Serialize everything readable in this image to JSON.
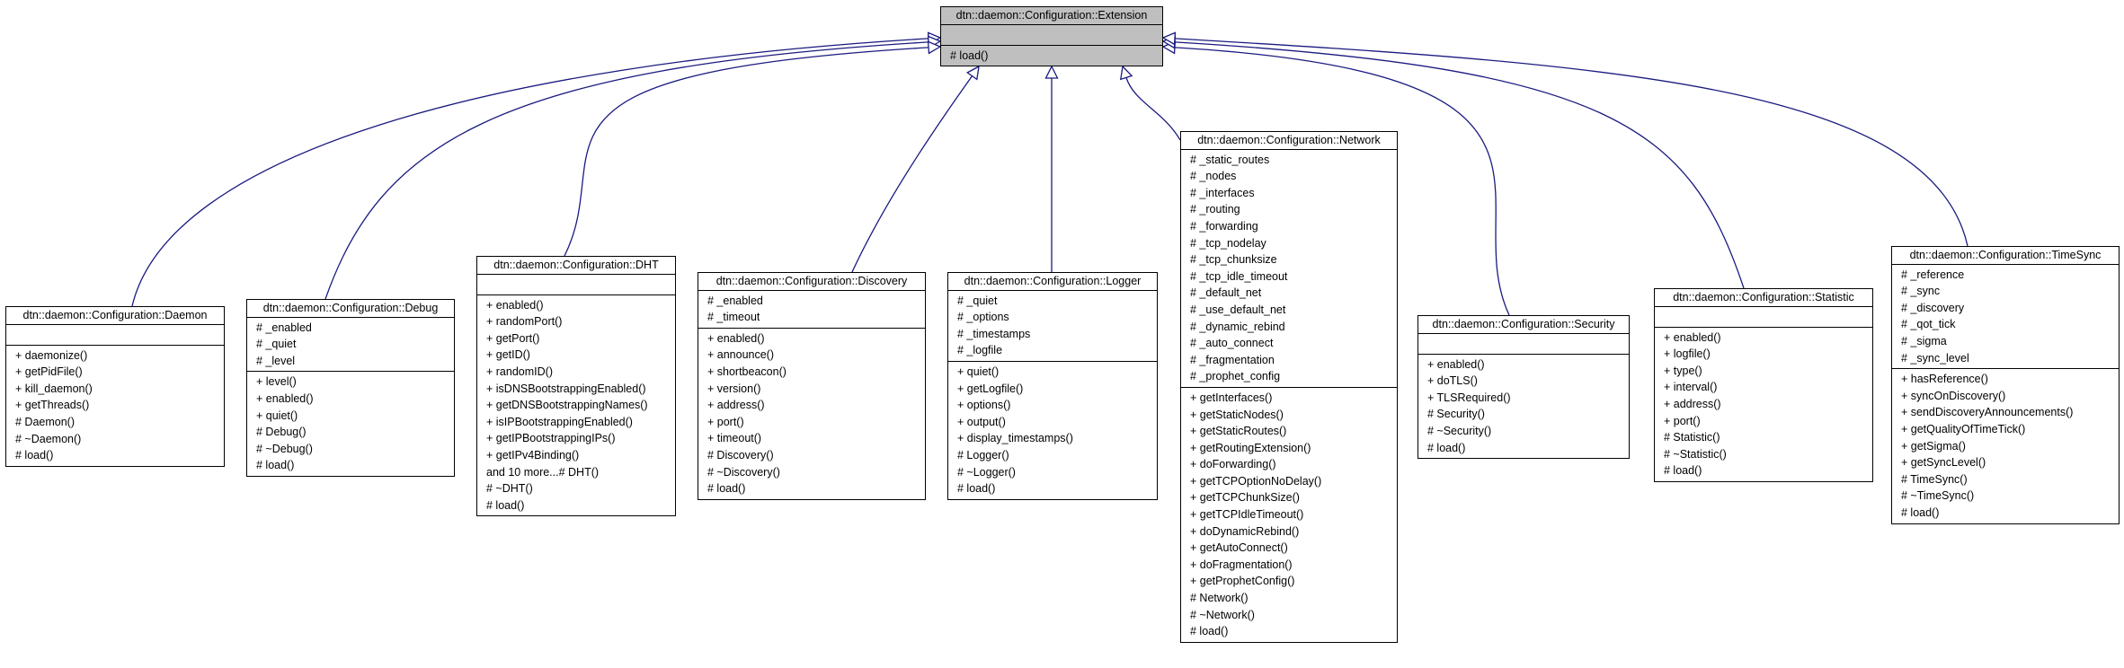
{
  "diagram": {
    "base": {
      "title": "dtn::daemon::Configuration::Extension",
      "attributes": [],
      "methods": [
        "# load()"
      ]
    },
    "classes": [
      {
        "id": "daemon",
        "title": "dtn::daemon::Configuration::Daemon",
        "attributes": [],
        "methods": [
          "+ daemonize()",
          "+ getPidFile()",
          "+ kill_daemon()",
          "+ getThreads()",
          "# Daemon()",
          "# ~Daemon()",
          "# load()"
        ]
      },
      {
        "id": "debug",
        "title": "dtn::daemon::Configuration::Debug",
        "attributes": [
          "# _enabled",
          "# _quiet",
          "# _level"
        ],
        "methods": [
          "+ level()",
          "+ enabled()",
          "+ quiet()",
          "# Debug()",
          "# ~Debug()",
          "# load()"
        ]
      },
      {
        "id": "dht",
        "title": "dtn::daemon::Configuration::DHT",
        "attributes": [],
        "methods": [
          "+ enabled()",
          "+ randomPort()",
          "+ getPort()",
          "+ getID()",
          "+ randomID()",
          "+ isDNSBootstrappingEnabled()",
          "+ getDNSBootstrappingNames()",
          "+ isIPBootstrappingEnabled()",
          "+ getIPBootstrappingIPs()",
          "+ getIPv4Binding()",
          "and 10 more...# DHT()",
          "# ~DHT()",
          "# load()"
        ]
      },
      {
        "id": "discovery",
        "title": "dtn::daemon::Configuration::Discovery",
        "attributes": [
          "# _enabled",
          "# _timeout"
        ],
        "methods": [
          "+ enabled()",
          "+ announce()",
          "+ shortbeacon()",
          "+ version()",
          "+ address()",
          "+ port()",
          "+ timeout()",
          "# Discovery()",
          "# ~Discovery()",
          "# load()"
        ]
      },
      {
        "id": "logger",
        "title": "dtn::daemon::Configuration::Logger",
        "attributes": [
          "# _quiet",
          "# _options",
          "# _timestamps",
          "# _logfile"
        ],
        "methods": [
          "+ quiet()",
          "+ getLogfile()",
          "+ options()",
          "+ output()",
          "+ display_timestamps()",
          "# Logger()",
          "# ~Logger()",
          "# load()"
        ]
      },
      {
        "id": "network",
        "title": "dtn::daemon::Configuration::Network",
        "attributes": [
          "# _static_routes",
          "# _nodes",
          "# _interfaces",
          "# _routing",
          "# _forwarding",
          "# _tcp_nodelay",
          "# _tcp_chunksize",
          "# _tcp_idle_timeout",
          "# _default_net",
          "# _use_default_net",
          "# _dynamic_rebind",
          "# _auto_connect",
          "# _fragmentation",
          "# _prophet_config"
        ],
        "methods": [
          "+ getInterfaces()",
          "+ getStaticNodes()",
          "+ getStaticRoutes()",
          "+ getRoutingExtension()",
          "+ doForwarding()",
          "+ getTCPOptionNoDelay()",
          "+ getTCPChunkSize()",
          "+ getTCPIdleTimeout()",
          "+ doDynamicRebind()",
          "+ getAutoConnect()",
          "+ doFragmentation()",
          "+ getProphetConfig()",
          "# Network()",
          "# ~Network()",
          "# load()"
        ]
      },
      {
        "id": "security",
        "title": "dtn::daemon::Configuration::Security",
        "attributes": [],
        "methods": [
          "+ enabled()",
          "+ doTLS()",
          "+ TLSRequired()",
          "# Security()",
          "# ~Security()",
          "# load()"
        ]
      },
      {
        "id": "statistic",
        "title": "dtn::daemon::Configuration::Statistic",
        "attributes": [],
        "methods": [
          "+ enabled()",
          "+ logfile()",
          "+ type()",
          "+ interval()",
          "+ address()",
          "+ port()",
          "# Statistic()",
          "# ~Statistic()",
          "# load()"
        ]
      },
      {
        "id": "timesync",
        "title": "dtn::daemon::Configuration::TimeSync",
        "attributes": [
          "# _reference",
          "# _sync",
          "# _discovery",
          "# _qot_tick",
          "# _sigma",
          "# _sync_level"
        ],
        "methods": [
          "+ hasReference()",
          "+ syncOnDiscovery()",
          "+ sendDiscoveryAnnouncements()",
          "+ getQualityOfTimeTick()",
          "+ getSigma()",
          "+ getSyncLevel()",
          "# TimeSync()",
          "# ~TimeSync()",
          "# load()"
        ]
      }
    ],
    "colors": {
      "edge": "#1a1a80",
      "base_fill": "#bfbfbf",
      "border": "#000000"
    }
  }
}
